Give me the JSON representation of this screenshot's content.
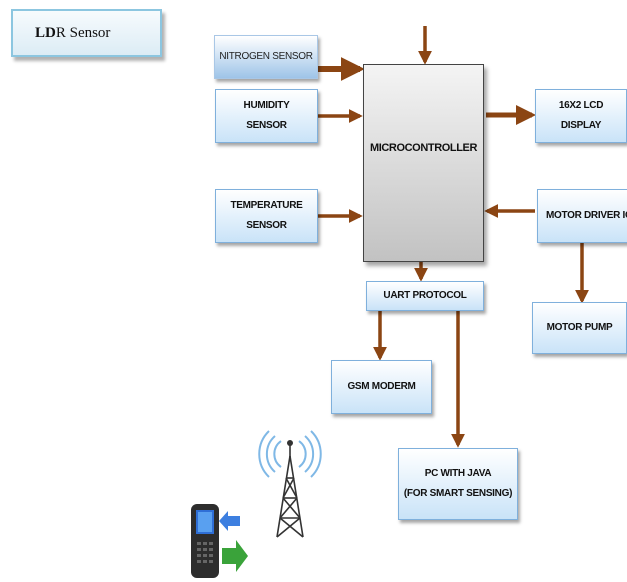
{
  "ldr_label": {
    "bold": "LD",
    "rest": "R Sensor"
  },
  "blocks": {
    "nitrogen": "NITROGEN SENSOR",
    "humidity": [
      "HUMIDITY",
      "SENSOR"
    ],
    "temperature": [
      "TEMPERATURE",
      "SENSOR"
    ],
    "microcontroller": "MICROCONTROLLER",
    "lcd": [
      "16X2 LCD",
      "DISPLAY"
    ],
    "motor_driver": "MOTOR DRIVER IC",
    "motor_pump": "MOTOR PUMP",
    "uart": "UART PROTOCOL",
    "gsm": "GSM MODERM",
    "pc": [
      "PC WITH JAVA",
      "(FOR SMART SENSING)"
    ]
  },
  "colors": {
    "arrow": "#8b4513",
    "box_border": "#7fb0dc",
    "box_fill": "#c9e3f8",
    "mcu_fill": "#c2c2c2"
  },
  "icons": [
    "radio-tower-icon",
    "mobile-phone-icon"
  ]
}
